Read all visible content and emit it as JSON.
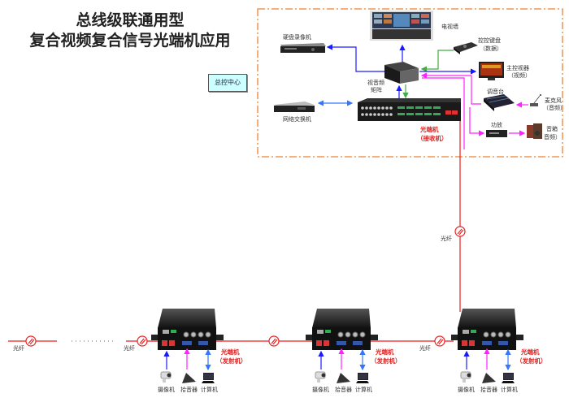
{
  "title": {
    "line1": "总线级联通用型",
    "line2": "复合视频复合信号光端机应用"
  },
  "control_center": {
    "label": "总控中心",
    "devices": {
      "video_wall": "电视墙",
      "dvr": "硬盘录像机",
      "matrix_line1": "视音频",
      "matrix_line2": "矩阵",
      "keyboard_line1": "控控键盘",
      "keyboard_line2": "（数据）",
      "monitor_line1": "主控视器",
      "monitor_line2": "（视频）",
      "mixer": "调音台",
      "mic_line1": "麦克风",
      "mic_line2": "（音频）",
      "amplifier": "功放",
      "speaker_line1": "音箱",
      "speaker_line2": "音频）",
      "switch": "网络交换机",
      "receiver_line1": "光端机",
      "receiver_line2": "（接收机）"
    }
  },
  "fiber_label": "光纤",
  "remote_nodes": [
    {
      "transmitter_line1": "光端机",
      "transmitter_line2": "（发射机）",
      "camera": "摄像机",
      "pickup": "拾音器",
      "computer": "计算机"
    },
    {
      "transmitter_line1": "光端机",
      "transmitter_line2": "（发射机）",
      "camera": "摄像机",
      "pickup": "拾音器",
      "computer": "计算机"
    },
    {
      "transmitter_line1": "光端机",
      "transmitter_line2": "（发射机）",
      "camera": "摄像机",
      "pickup": "拾音器",
      "computer": "计算机"
    }
  ],
  "colors": {
    "fiber": "#e82020",
    "video": "#1a1aff",
    "audio": "#ff22ff",
    "data": "#44aa44",
    "network": "#3377ff",
    "boundary": "#f08030",
    "center_box": "#ccffff"
  }
}
